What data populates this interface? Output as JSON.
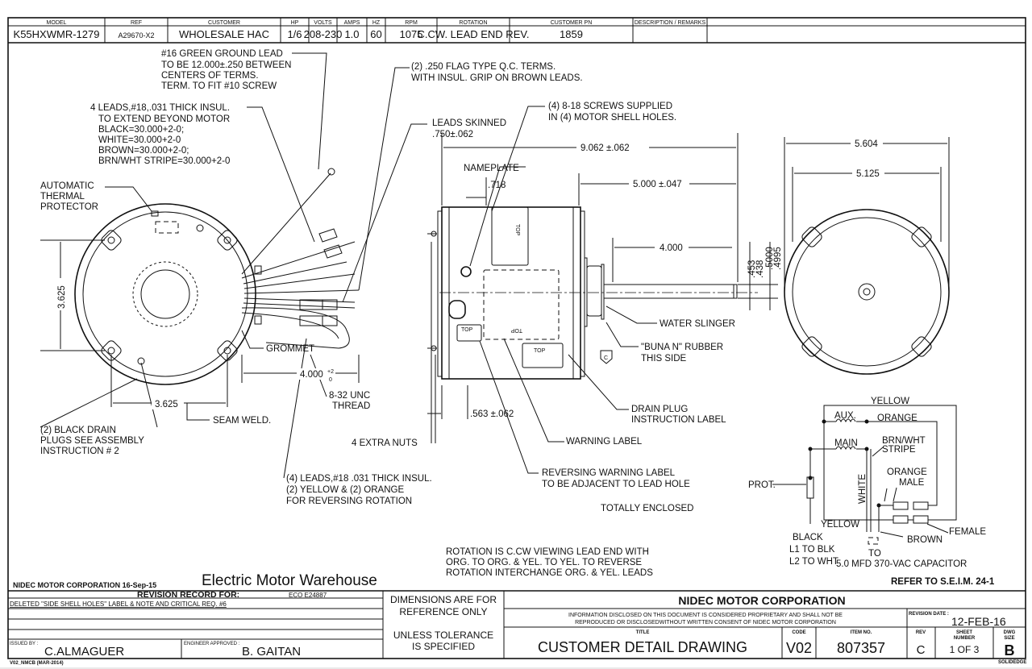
{
  "header": {
    "columns": [
      "MODEL",
      "REF",
      "CUSTOMER",
      "HP",
      "VOLTS",
      "AMPS",
      "HZ",
      "RPM",
      "ROTATION",
      "CUSTOMER PN",
      "DESCRIPTION / REMARKS"
    ],
    "values": [
      "K55HXWMR-1279",
      "A29670-X2",
      "WHOLESALE HAC",
      "1/6",
      "208-230",
      "1.0",
      "60",
      "1075",
      "C.CW. LEAD END REV.",
      "1859",
      ""
    ]
  },
  "notes": {
    "ground_lead": [
      "#16 GREEN GROUND LEAD",
      "TO BE 12.000±.250 BETWEEN",
      "CENTERS OF TERMS.",
      "TERM. TO FIT #10 SCREW"
    ],
    "flag_terms": [
      "(2) .250 FLAG TYPE Q.C. TERMS.",
      "WITH INSUL. GRIP ON BROWN LEADS."
    ],
    "four_leads": [
      "4 LEADS,#18,.031 THICK INSUL.",
      "TO EXTEND BEYOND MOTOR",
      "BLACK=30.000+2-0;",
      "WHITE=30.000+2-0",
      "BROWN=30.000+2-0;",
      "BRN/WHT STRIPE=30.000+2-0"
    ],
    "screws": [
      "(4) 8-18 SCREWS SUPPLIED",
      "IN (4) MOTOR SHELL HOLES."
    ],
    "leads_skinned": [
      "LEADS SKINNED",
      ".750±.062"
    ],
    "thermal": [
      "AUTOMATIC",
      "THERMAL",
      "PROTECTOR"
    ],
    "nameplate": "NAMEPLATE",
    "water_slinger": "WATER SLINGER",
    "buna": [
      "\"BUNA N\" RUBBER",
      "THIS SIDE"
    ],
    "grommet": "GROMMET",
    "thread": [
      "8-32 UNC",
      "THREAD"
    ],
    "drain_plug": [
      "DRAIN PLUG",
      "INSTRUCTION LABEL"
    ],
    "seam_weld": "SEAM WELD.",
    "black_drain": [
      "(2) BLACK DRAIN",
      "PLUGS SEE ASSEMBLY",
      "INSTRUCTION # 2"
    ],
    "extra_nuts": "4 EXTRA NUTS",
    "warning_label": "WARNING LABEL",
    "reversing_leads": [
      "(4) LEADS,#18 .031 THICK INSUL.",
      "(2) YELLOW & (2) ORANGE",
      "FOR REVERSING ROTATION"
    ],
    "reversing_label": [
      "REVERSING WARNING LABEL",
      "TO BE ADJACENT TO LEAD HOLE"
    ],
    "enclosed": "TOTALLY ENCLOSED",
    "rotation": [
      "ROTATION IS C.CW VIEWING LEAD END WITH",
      "ORG. TO ORG. & YEL. TO YEL. TO REVERSE",
      "ROTATION INTERCHANGE ORG. & YEL. LEADS"
    ],
    "label_top": "TOP",
    "label_rev": "C"
  },
  "dimensions": {
    "overall": "9.062 ±.062",
    "shaft_ext": "5.000 ±.047",
    "flat": "4.000",
    "nameplate_offset": ".718",
    "shell_dia": "5.604",
    "shell_inner": "5.125",
    "bolt_v": "3.625",
    "bolt_h": "3.625",
    "lead_len": "4.000",
    "lead_tol_plus": "+2",
    "lead_tol_minus": "0",
    "nut_offset": ".563 ±.062",
    "shaft_dims": [
      ".453",
      ".438",
      ".5000",
      ".4995"
    ]
  },
  "wiring": {
    "yellow_top": "YELLOW",
    "aux": "AUX.",
    "orange_top": "ORANGE",
    "main": "MAIN",
    "brn_wht": [
      "BRN/WHT",
      "STRIPE"
    ],
    "white": "WHITE",
    "orange_male": [
      "ORANGE",
      "MALE"
    ],
    "prot": "PROT.",
    "yellow_bottom": "YELLOW",
    "female": "FEMALE",
    "brown": "BROWN",
    "black": [
      "BLACK",
      "L1 TO BLK",
      "L2 TO WHT"
    ],
    "capacitor": [
      "TO",
      "5.0 MFD 370-VAC CAPACITOR"
    ]
  },
  "footer_notes": {
    "corp_date": "NIDEC MOTOR CORPORATION 16-Sep-15",
    "watermark": "Electric Motor Warehouse",
    "refer": "REFER TO S.E.I.M. 24-1"
  },
  "title_block": {
    "revision_record": "REVISION RECORD FOR:",
    "eco": "ECO E24887",
    "revision_note": "DELETED  \"SIDE SHELL HOLES\" LABEL & NOTE AND CRITICAL REQ. #6",
    "issued_by_label": "ISSUED BY :",
    "issued_by": "C.ALMAGUER",
    "engineer_label": "ENGINEER APPROVED :",
    "engineer": "B. GAITAN",
    "dims_note": [
      "DIMENSIONS ARE FOR",
      "REFERENCE ONLY",
      "UNLESS TOLERANCE",
      "IS SPECIFIED"
    ],
    "company": "NIDEC MOTOR CORPORATION",
    "proprietary": [
      "INFORMATION DISCLOSED ON THIS DOCUMENT IS CONSIDERED PROPRIETARY AND SHALL NOT BE",
      "REPRODUCED OR DISCLOSEDWITHOUT WRITTEN CONSENT OF NIDEC MOTOR CORPORATION"
    ],
    "revision_date_label": "REVISION DATE :",
    "revision_date": "12-FEB-16",
    "title_label": "TITLE",
    "title": "CUSTOMER  DETAIL  DRAWING",
    "code_label": "CODE",
    "code": "V02",
    "item_label": "ITEM NO.",
    "item": "807357",
    "rev_label": "REV",
    "rev": "C",
    "sheet_label": [
      "SHEET",
      "NUMBER"
    ],
    "sheet": "1  OF  3",
    "dwg_label": [
      "DWG",
      "SIZE"
    ],
    "dwg": "B",
    "form_id": "V02_NMCB (MAR-2014)",
    "cad": "SOLIDEDGE"
  }
}
